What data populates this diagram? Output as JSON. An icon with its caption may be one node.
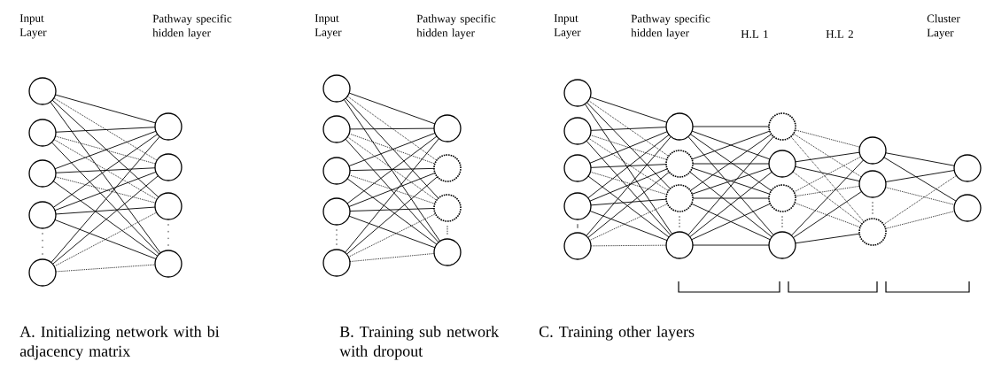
{
  "diagram": {
    "nodes": [
      {
        "text": [],
        "shape": "circle"
      },
      {
        "text": [],
        "shape": "circle"
      },
      {
        "text": [],
        "shape": "circle"
      },
      {
        "text": [],
        "shape": "circle"
      },
      {
        "text": [],
        "shape": "circle"
      },
      {
        "text": [],
        "shape": "circle"
      },
      {
        "text": [],
        "shape": "circle"
      },
      {
        "text": [],
        "shape": "circle"
      },
      {
        "text": [],
        "shape": "circle"
      },
      {
        "text": [],
        "shape": "circle"
      },
      {
        "text": [],
        "shape": "circle"
      },
      {
        "text": [],
        "shape": "circle"
      },
      {
        "text": [],
        "shape": "circle"
      },
      {
        "text": [],
        "shape": "circle"
      },
      {
        "text": [],
        "shape": "circle"
      },
      {
        "text": [],
        "shape": "circle"
      },
      {
        "text": [],
        "shape": "circle"
      },
      {
        "text": [],
        "shape": "circle"
      },
      {
        "text": [],
        "shape": "circle"
      },
      {
        "text": [],
        "shape": "circle"
      },
      {
        "text": [],
        "shape": "circle"
      },
      {
        "text": [],
        "shape": "circle"
      },
      {
        "text": [],
        "shape": "circle"
      },
      {
        "text": [],
        "shape": "circle"
      },
      {
        "text": [],
        "shape": "circle"
      },
      {
        "text": [],
        "shape": "circle"
      },
      {
        "text": [],
        "shape": "circle"
      },
      {
        "text": [],
        "shape": "circle"
      },
      {
        "text": [],
        "shape": "circle"
      },
      {
        "text": [],
        "shape": "circle"
      },
      {
        "text": [],
        "shape": "circle"
      },
      {
        "text": [],
        "shape": "circle"
      },
      {
        "text": [],
        "shape": "circle"
      },
      {
        "text": [],
        "shape": "circle"
      },
      {
        "text": [],
        "shape": "circle"
      },
      {
        "text": [],
        "shape": "circle"
      }
    ],
    "edges": [
      {
        "from": 0,
        "to": 5,
        "arrow": "none"
      },
      {
        "from": 0,
        "to": 6,
        "arrow": "none",
        "style": "dashed"
      },
      {
        "from": 0,
        "to": 7,
        "arrow": "none"
      },
      {
        "from": 0,
        "to": 8,
        "arrow": "none"
      },
      {
        "from": 1,
        "to": 5,
        "arrow": "none"
      },
      {
        "from": 1,
        "to": 6,
        "arrow": "none",
        "style": "dashed"
      },
      {
        "from": 1,
        "to": 7,
        "arrow": "none",
        "style": "dashed"
      },
      {
        "from": 1,
        "to": 8,
        "arrow": "none"
      },
      {
        "from": 2,
        "to": 5,
        "arrow": "none"
      },
      {
        "from": 2,
        "to": 6,
        "arrow": "none"
      },
      {
        "from": 2,
        "to": 7,
        "arrow": "none",
        "style": "dashed"
      },
      {
        "from": 2,
        "to": 8,
        "arrow": "none"
      },
      {
        "from": 3,
        "to": 5,
        "arrow": "none"
      },
      {
        "from": 3,
        "to": 6,
        "arrow": "none"
      },
      {
        "from": 3,
        "to": 7,
        "arrow": "none"
      },
      {
        "from": 3,
        "to": 8,
        "arrow": "none"
      },
      {
        "from": 4,
        "to": 5,
        "arrow": "none"
      },
      {
        "from": 4,
        "to": 6,
        "arrow": "none"
      },
      {
        "from": 4,
        "to": 7,
        "arrow": "none",
        "style": "dashed"
      },
      {
        "from": 4,
        "to": 8,
        "arrow": "none",
        "style": "dashed"
      },
      {
        "from": 9,
        "to": 14,
        "arrow": "none"
      },
      {
        "from": 9,
        "to": 15,
        "arrow": "none",
        "style": "dashed"
      },
      {
        "from": 9,
        "to": 16,
        "arrow": "none"
      },
      {
        "from": 9,
        "to": 17,
        "arrow": "none"
      },
      {
        "from": 10,
        "to": 14,
        "arrow": "none"
      },
      {
        "from": 10,
        "to": 15,
        "arrow": "none",
        "style": "dashed"
      },
      {
        "from": 10,
        "to": 16,
        "arrow": "none",
        "style": "dashed"
      },
      {
        "from": 10,
        "to": 17,
        "arrow": "none"
      },
      {
        "from": 11,
        "to": 14,
        "arrow": "none"
      },
      {
        "from": 11,
        "to": 15,
        "arrow": "none"
      },
      {
        "from": 11,
        "to": 16,
        "arrow": "none",
        "style": "dashed"
      },
      {
        "from": 11,
        "to": 17,
        "arrow": "none"
      },
      {
        "from": 12,
        "to": 14,
        "arrow": "none"
      },
      {
        "from": 12,
        "to": 15,
        "arrow": "none"
      },
      {
        "from": 12,
        "to": 16,
        "arrow": "none"
      },
      {
        "from": 12,
        "to": 17,
        "arrow": "none"
      },
      {
        "from": 13,
        "to": 14,
        "arrow": "none"
      },
      {
        "from": 13,
        "to": 15,
        "arrow": "none"
      },
      {
        "from": 13,
        "to": 16,
        "arrow": "none",
        "style": "dashed"
      },
      {
        "from": 13,
        "to": 17,
        "arrow": "none",
        "style": "dashed"
      },
      {
        "from": 18,
        "to": 23,
        "arrow": "none"
      },
      {
        "from": 18,
        "to": 24,
        "arrow": "none",
        "style": "dashed"
      },
      {
        "from": 18,
        "to": 25,
        "arrow": "none"
      },
      {
        "from": 18,
        "to": 26,
        "arrow": "none"
      },
      {
        "from": 19,
        "to": 23,
        "arrow": "none"
      },
      {
        "from": 19,
        "to": 24,
        "arrow": "none",
        "style": "dashed"
      },
      {
        "from": 19,
        "to": 25,
        "arrow": "none",
        "style": "dashed"
      },
      {
        "from": 19,
        "to": 26,
        "arrow": "none"
      },
      {
        "from": 20,
        "to": 23,
        "arrow": "none"
      },
      {
        "from": 20,
        "to": 24,
        "arrow": "none"
      },
      {
        "from": 20,
        "to": 25,
        "arrow": "none",
        "style": "dashed"
      },
      {
        "from": 20,
        "to": 26,
        "arrow": "none"
      },
      {
        "from": 21,
        "to": 23,
        "arrow": "none"
      },
      {
        "from": 21,
        "to": 24,
        "arrow": "none"
      },
      {
        "from": 21,
        "to": 25,
        "arrow": "none"
      },
      {
        "from": 21,
        "to": 26,
        "arrow": "none"
      },
      {
        "from": 22,
        "to": 23,
        "arrow": "none"
      },
      {
        "from": 22,
        "to": 24,
        "arrow": "none"
      },
      {
        "from": 22,
        "to": 25,
        "arrow": "none",
        "style": "dashed"
      },
      {
        "from": 22,
        "to": 26,
        "arrow": "none",
        "style": "dashed"
      },
      {
        "from": 23,
        "to": 27,
        "arrow": "none"
      },
      {
        "from": 23,
        "to": 28,
        "arrow": "none"
      },
      {
        "from": 23,
        "to": 29,
        "arrow": "none"
      },
      {
        "from": 23,
        "to": 30,
        "arrow": "none"
      },
      {
        "from": 24,
        "to": 27,
        "arrow": "none"
      },
      {
        "from": 24,
        "to": 28,
        "arrow": "none"
      },
      {
        "from": 24,
        "to": 29,
        "arrow": "none"
      },
      {
        "from": 24,
        "to": 30,
        "arrow": "none"
      },
      {
        "from": 25,
        "to": 27,
        "arrow": "none"
      },
      {
        "from": 25,
        "to": 28,
        "arrow": "none"
      },
      {
        "from": 25,
        "to": 29,
        "arrow": "none"
      },
      {
        "from": 25,
        "to": 30,
        "arrow": "none"
      },
      {
        "from": 26,
        "to": 27,
        "arrow": "none"
      },
      {
        "from": 26,
        "to": 28,
        "arrow": "none"
      },
      {
        "from": 26,
        "to": 29,
        "arrow": "none"
      },
      {
        "from": 26,
        "to": 30,
        "arrow": "none"
      },
      {
        "from": 27,
        "to": 31,
        "arrow": "none",
        "style": "dashed"
      },
      {
        "from": 27,
        "to": 32,
        "arrow": "none",
        "style": "dashed"
      },
      {
        "from": 27,
        "to": 33,
        "arrow": "none",
        "style": "dashed"
      },
      {
        "from": 28,
        "to": 31,
        "arrow": "none"
      },
      {
        "from": 28,
        "to": 32,
        "arrow": "none"
      },
      {
        "from": 28,
        "to": 33,
        "arrow": "none",
        "style": "dashed"
      },
      {
        "from": 29,
        "to": 31,
        "arrow": "none",
        "style": "dashed"
      },
      {
        "from": 29,
        "to": 32,
        "arrow": "none",
        "style": "dashed"
      },
      {
        "from": 29,
        "to": 33,
        "arrow": "none",
        "style": "dashed"
      },
      {
        "from": 30,
        "to": 31,
        "arrow": "none"
      },
      {
        "from": 30,
        "to": 32,
        "arrow": "none"
      },
      {
        "from": 30,
        "to": 33,
        "arrow": "none"
      },
      {
        "from": 31,
        "to": 34,
        "arrow": "none"
      },
      {
        "from": 31,
        "to": 35,
        "arrow": "none"
      },
      {
        "from": 32,
        "to": 34,
        "arrow": "none"
      },
      {
        "from": 32,
        "to": 35,
        "arrow": "none",
        "style": "dashed"
      },
      {
        "from": 33,
        "to": 34,
        "arrow": "none",
        "style": "dashed"
      },
      {
        "from": 33,
        "to": 35,
        "arrow": "none",
        "style": "dashed"
      }
    ],
    "labels": [
      "Input Layer",
      "Pathway specific hidden layer",
      "Input Layer",
      "Pathway specific hidden layer",
      "Input Layer",
      "Pathway specific hidden layer",
      "H.L 1",
      "H.L 2",
      "Cluster Layer",
      "A. Initializing network with bi adjacency matrix",
      "B. Training sub network with dropout",
      "C. Training other layers"
    ]
  }
}
